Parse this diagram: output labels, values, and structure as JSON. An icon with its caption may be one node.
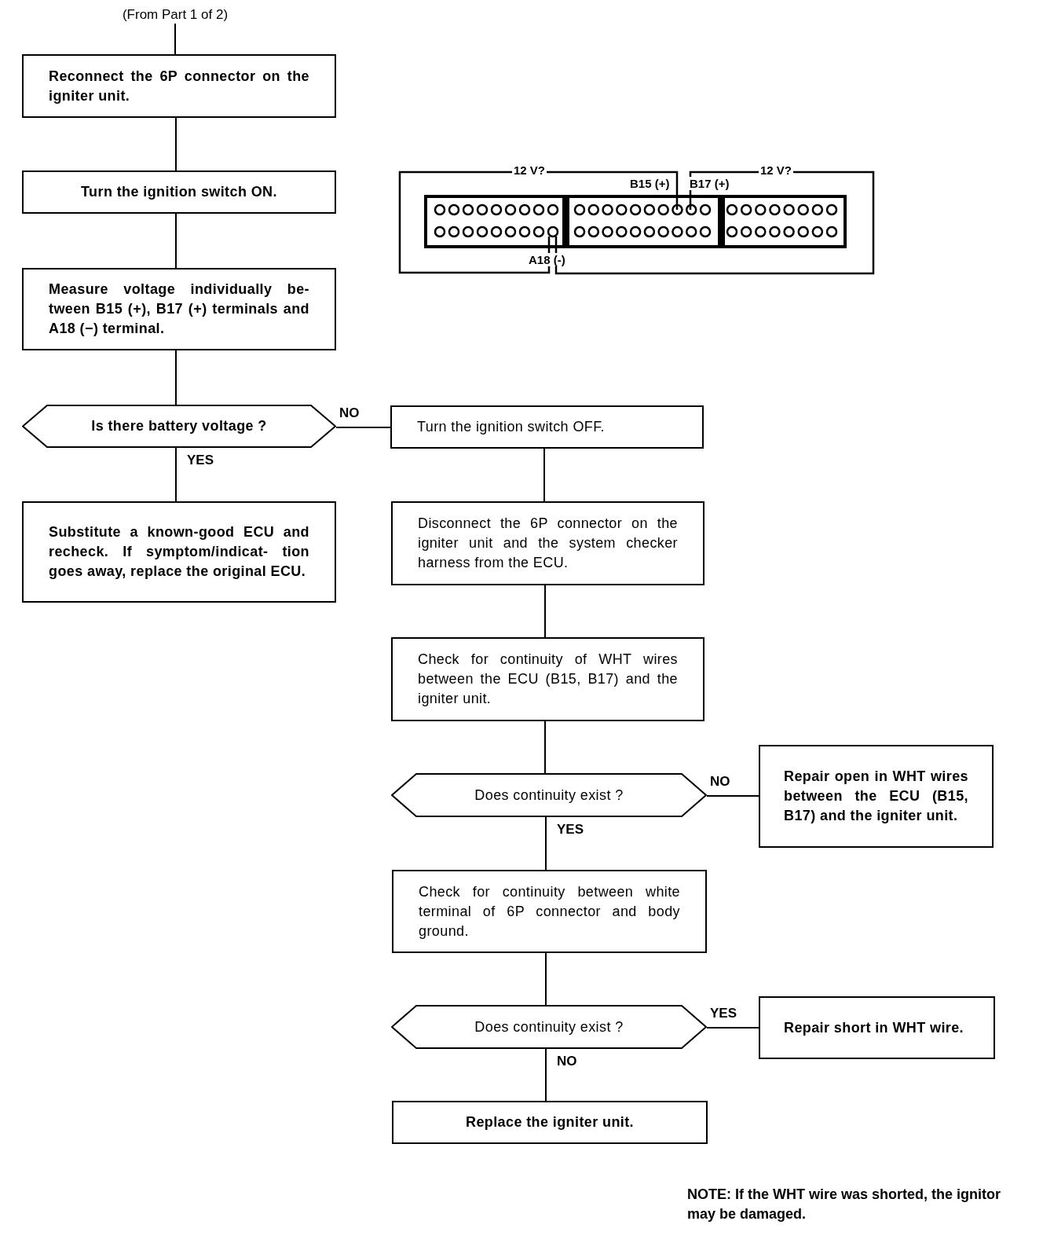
{
  "diagram": {
    "nodes": [
      {
        "text": [
          "(From Part 1 of 2)"
        ]
      },
      {
        "text": [
          "Reconnect the 6P connector on the igniter unit."
        ]
      },
      {
        "text": [
          "Turn the ignition switch ON."
        ]
      },
      {
        "text": [
          "Measure voltage individually be- tween B15 (+), B17 (+) terminals and A18 (−) terminal."
        ]
      },
      {
        "text": [
          "Is there battery voltage ?"
        ]
      },
      {
        "text": [
          "Turn the ignition switch OFF."
        ]
      },
      {
        "text": [
          "Substitute a known-good ECU and recheck. If symptom/indicat- tion goes away, replace the original ECU."
        ]
      },
      {
        "text": [
          "Disconnect the 6P connector on the igniter unit and the system checker harness from the ECU."
        ]
      },
      {
        "text": [
          "Check for continuity of WHT wires between the ECU (B15, B17) and the igniter unit."
        ]
      },
      {
        "text": [
          "Does continuity exist ?"
        ]
      },
      {
        "text": [
          "Repair open in WHT wires between the ECU (B15, B17) and the igniter unit."
        ]
      },
      {
        "text": [
          "Check for continuity between white terminal of 6P connector and body ground."
        ]
      },
      {
        "text": [
          "Does continuity exist ?"
        ]
      },
      {
        "text": [
          "Repair short in WHT wire."
        ]
      },
      {
        "text": [
          "Replace the igniter unit."
        ]
      }
    ],
    "edges": [
      {
        "from": 0,
        "to": 1,
        "arrow": "none"
      },
      {
        "from": 1,
        "to": 2,
        "arrow": "none"
      },
      {
        "from": 2,
        "to": 3,
        "arrow": "none"
      },
      {
        "from": 3,
        "to": 4,
        "arrow": "none"
      },
      {
        "from": 4,
        "to": 5,
        "arrow": "none",
        "label": "NO"
      },
      {
        "from": 4,
        "to": 6,
        "arrow": "none",
        "label": "YES"
      },
      {
        "from": 5,
        "to": 7,
        "arrow": "none"
      },
      {
        "from": 7,
        "to": 8,
        "arrow": "none"
      },
      {
        "from": 8,
        "to": 9,
        "arrow": "none"
      },
      {
        "from": 9,
        "to": 10,
        "arrow": "none",
        "label": "NO"
      },
      {
        "from": 9,
        "to": 11,
        "arrow": "none",
        "label": "YES"
      },
      {
        "from": 11,
        "to": 12,
        "arrow": "none"
      },
      {
        "from": 12,
        "to": 13,
        "arrow": "none",
        "label": "YES"
      },
      {
        "from": 12,
        "to": 14,
        "arrow": "none",
        "label": "NO"
      }
    ],
    "labels": [
      "12 V?",
      "12 V?",
      "B15 (+)",
      "B17 (+)",
      "A18 (-)",
      "NOTE: If the WHT wire was shorted, the ignitor may be damaged."
    ]
  }
}
